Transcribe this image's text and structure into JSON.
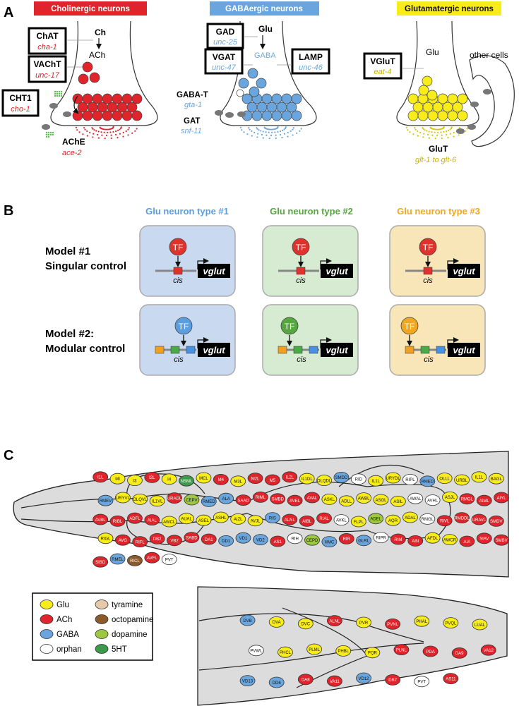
{
  "colors": {
    "ach": "#e0242b",
    "glu": "#f8ec1a",
    "gaba": "#6aa6dd",
    "orphan": "#ffffff",
    "tyramine": "#e6c9a6",
    "octopamine": "#8a5a2b",
    "dopamine": "#9cc93f",
    "sht": "#3d9a4a",
    "green_dots": "#59c24a",
    "tf_red": "#e0322c",
    "tf_blue": "#5b9ee0",
    "tf_green": "#55a63e",
    "tf_orange": "#f1a81e",
    "box_blue": "#c9daf0",
    "box_green": "#d6ebd2",
    "box_yellow": "#f8e6b8",
    "worm_body": "#dcdcdc"
  },
  "panelA": {
    "letter": "A",
    "chol": {
      "title": "Cholinergic neurons",
      "ch": "Ch",
      "ach": "ACh",
      "chat": "ChAT",
      "chat_gene": "cha-1",
      "vacht": "VAChT",
      "vacht_gene": "unc-17",
      "cht1": "CHT1",
      "cht1_gene": "cho-1",
      "ache": "AChE",
      "ache_gene": "ace-2"
    },
    "gaba": {
      "title": "GABAergic neurons",
      "glu": "Glu",
      "gaba": "GABA",
      "gad": "GAD",
      "gad_gene": "unc-25",
      "vgat": "VGAT",
      "vgat_gene": "unc-47",
      "lamp": "LAMP",
      "lamp_gene": "unc-46",
      "gabat": "GABA-T",
      "gabat_gene": "gta-1",
      "gat": "GAT",
      "gat_gene": "snf-11"
    },
    "glut": {
      "title": "Glutamatergic neurons",
      "glu": "Glu",
      "vglut": "VGluT",
      "vglut_gene": "eat-4",
      "other": "other cells",
      "glut_t": "GluT",
      "glut_t_gene": "glt-1 to glt-6"
    }
  },
  "panelB": {
    "letter": "B",
    "types": [
      "Glu neuron type #1",
      "Glu neuron type #2",
      "Glu neuron type #3"
    ],
    "model1": [
      "Model #1",
      "Singular control"
    ],
    "model2": [
      "Model #2:",
      "Modular control"
    ],
    "tf": "TF",
    "cis": "cis",
    "gene": "vglut"
  },
  "panelC": {
    "letter": "C",
    "legend": [
      {
        "label": "Glu",
        "type": "glu"
      },
      {
        "label": "ACh",
        "type": "ach"
      },
      {
        "label": "GABA",
        "type": "gaba"
      },
      {
        "label": "orphan",
        "type": "orphan"
      },
      {
        "label": "tyramine",
        "type": "tyramine"
      },
      {
        "label": "octopamine",
        "type": "octopamine"
      },
      {
        "label": "dopamine",
        "type": "dopamine"
      },
      {
        "label": "5HT",
        "type": "sht"
      }
    ],
    "head_neurons": [
      [
        "I1L",
        "ach"
      ],
      [
        "MI",
        "glu"
      ],
      [
        "I3",
        "glu"
      ],
      [
        "I2L",
        "ach"
      ],
      [
        "I4",
        "glu"
      ],
      [
        "NSML",
        "sht"
      ],
      [
        "MCL",
        "glu"
      ],
      [
        "M4",
        "ach"
      ],
      [
        "M3L",
        "glu"
      ],
      [
        "M2L",
        "ach"
      ],
      [
        "M5",
        "ach"
      ],
      [
        "IL2L",
        "ach"
      ],
      [
        "IL1DL",
        "glu"
      ],
      [
        "OLQDL",
        "glu"
      ],
      [
        "SMDD",
        "gaba"
      ],
      [
        "RID",
        "orphan"
      ],
      [
        "IL1L",
        "glu"
      ],
      [
        "URYDL",
        "glu"
      ],
      [
        "RIPL",
        "orphan"
      ],
      [
        "RMED",
        "gaba"
      ],
      [
        "OLLL",
        "glu"
      ],
      [
        "URBL",
        "glu"
      ],
      [
        "IL1L",
        "glu"
      ],
      [
        "BAGL",
        "glu"
      ],
      [
        "RMEV",
        "gaba"
      ],
      [
        "URYVL",
        "glu"
      ],
      [
        "OLQVL",
        "glu"
      ],
      [
        "IL1VL",
        "glu"
      ],
      [
        "URADL",
        "ach"
      ],
      [
        "CEPV",
        "dopamine"
      ],
      [
        "RMED",
        "gaba"
      ],
      [
        "ALA",
        "gaba"
      ],
      [
        "SAAD",
        "ach"
      ],
      [
        "RIML",
        "ach"
      ],
      [
        "SMBD",
        "ach"
      ],
      [
        "AVEL",
        "ach"
      ],
      [
        "AVAL",
        "ach"
      ],
      [
        "ASKL",
        "glu"
      ],
      [
        "ADLL",
        "glu"
      ],
      [
        "AWBL",
        "glu"
      ],
      [
        "ASGL",
        "glu"
      ],
      [
        "ASIL",
        "glu"
      ],
      [
        "AWAL",
        "orphan"
      ],
      [
        "AVHL",
        "orphan"
      ],
      [
        "ASJL",
        "glu"
      ],
      [
        "RMGL",
        "ach"
      ],
      [
        "AIML",
        "ach"
      ],
      [
        "AIYL",
        "ach"
      ],
      [
        "AVBL",
        "ach"
      ],
      [
        "RIBL",
        "ach"
      ],
      [
        "ADFL",
        "ach"
      ],
      [
        "AIAL",
        "ach"
      ],
      [
        "AWCL",
        "glu"
      ],
      [
        "AUAL",
        "glu"
      ],
      [
        "ASEL",
        "glu"
      ],
      [
        "ASHL",
        "glu"
      ],
      [
        "AIZL",
        "glu"
      ],
      [
        "AVJL",
        "glu"
      ],
      [
        "RIS",
        "gaba"
      ],
      [
        "ALNL",
        "ach"
      ],
      [
        "AIBL",
        "ach"
      ],
      [
        "RIAL",
        "ach"
      ],
      [
        "AVKL",
        "orphan"
      ],
      [
        "FLPL",
        "glu"
      ],
      [
        "ADEL",
        "dopamine"
      ],
      [
        "AQR",
        "glu"
      ],
      [
        "ADAL",
        "glu"
      ],
      [
        "RMGL",
        "orphan"
      ],
      [
        "RIVL",
        "ach"
      ],
      [
        "RMDDL",
        "ach"
      ],
      [
        "URAVL",
        "ach"
      ],
      [
        "SMDV",
        "ach"
      ],
      [
        "RIGL",
        "glu"
      ],
      [
        "AVG",
        "ach"
      ],
      [
        "RIFL",
        "ach"
      ],
      [
        "DB2",
        "ach"
      ],
      [
        "VB2",
        "ach"
      ],
      [
        "SABD",
        "ach"
      ],
      [
        "DA1",
        "ach"
      ],
      [
        "DD1",
        "gaba"
      ],
      [
        "VD1",
        "gaba"
      ],
      [
        "VD2",
        "gaba"
      ],
      [
        "AS1",
        "ach"
      ],
      [
        "RIH",
        "orphan"
      ],
      [
        "CEPD",
        "dopamine"
      ],
      [
        "HMC",
        "gaba"
      ],
      [
        "RIR",
        "ach"
      ],
      [
        "GLRL",
        "gaba"
      ],
      [
        "RIPR",
        "orphan"
      ],
      [
        "RIM",
        "ach"
      ],
      [
        "AIN",
        "ach"
      ],
      [
        "AFDL",
        "glu"
      ],
      [
        "AWCR",
        "glu"
      ],
      [
        "AIA",
        "ach"
      ],
      [
        "SIAV",
        "ach"
      ],
      [
        "SMBV",
        "ach"
      ],
      [
        "SIBD",
        "ach"
      ],
      [
        "RMEL",
        "gaba"
      ],
      [
        "RICL",
        "octopamine"
      ],
      [
        "AVFL",
        "ach"
      ],
      [
        "PVT",
        "orphan"
      ]
    ],
    "tail_neurons": [
      [
        "DVB",
        "gaba"
      ],
      [
        "DVA",
        "glu"
      ],
      [
        "DVC",
        "glu"
      ],
      [
        "ALNL",
        "ach"
      ],
      [
        "PVR",
        "glu"
      ],
      [
        "PVNL",
        "ach"
      ],
      [
        "PHAL",
        "glu"
      ],
      [
        "PVQL",
        "glu"
      ],
      [
        "LUAL",
        "glu"
      ],
      [
        "PVWL",
        "orphan"
      ],
      [
        "PHCL",
        "glu"
      ],
      [
        "PLML",
        "glu"
      ],
      [
        "PHBL",
        "glu"
      ],
      [
        "PQR",
        "glu"
      ],
      [
        "PLNL",
        "ach"
      ],
      [
        "PDA",
        "ach"
      ],
      [
        "DA9",
        "ach"
      ],
      [
        "VA12",
        "ach"
      ],
      [
        "VD13",
        "gaba"
      ],
      [
        "DD6",
        "gaba"
      ],
      [
        "DA8",
        "ach"
      ],
      [
        "VA11",
        "ach"
      ],
      [
        "VD12",
        "gaba"
      ],
      [
        "DB7",
        "ach"
      ],
      [
        "PVT",
        "orphan"
      ],
      [
        "AS11",
        "ach"
      ]
    ]
  }
}
